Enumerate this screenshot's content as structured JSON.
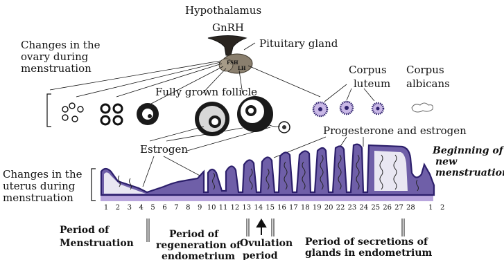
{
  "labels": {
    "hypothalamus": "Hypothalamus",
    "gnrh": "GnRH",
    "pituitary": "Pituitary gland",
    "fsh": "FSH",
    "lh": "LH",
    "ovary_changes": [
      "Changes in the",
      "ovary during",
      "menstruation"
    ],
    "corpus_luteum": [
      "Corpus",
      "luteum"
    ],
    "corpus_albicans": [
      "Corpus",
      "albicans"
    ],
    "fully_grown_follicle": "Fully grown follicle",
    "progesterone_estrogen": "Progesterone and estrogen",
    "estrogen": "Estrogen",
    "uterus_changes": [
      "Changes in the",
      "uterus during",
      "menstruation"
    ],
    "beginning_new": [
      "Beginning of",
      "new",
      "menstruation"
    ],
    "period_menstruation": [
      "Period of",
      "Menstruation"
    ],
    "period_regeneration": [
      "Period of",
      "regeneration of",
      "endometrium"
    ],
    "ovulation": [
      "Ovulation",
      "period"
    ],
    "period_secretions": [
      "Period of secretions of",
      "glands in endometrium"
    ]
  },
  "days": [
    "1",
    "2",
    "3",
    "4",
    "5",
    "6",
    "7",
    "8",
    "9",
    "10",
    "11",
    "12",
    "13",
    "14",
    "15",
    "16",
    "17",
    "18",
    "19",
    "20",
    "22",
    "23",
    "24",
    "25",
    "26",
    "27",
    "28",
    "1",
    "2"
  ],
  "colors": {
    "endometrium_fill": "#6f5fa8",
    "endometrium_outline": "#2c1f6b",
    "base_band": "#b9a6dd",
    "luteum_fill": "#c9b8e6",
    "pituitary_fill": "#8a7f6e"
  }
}
